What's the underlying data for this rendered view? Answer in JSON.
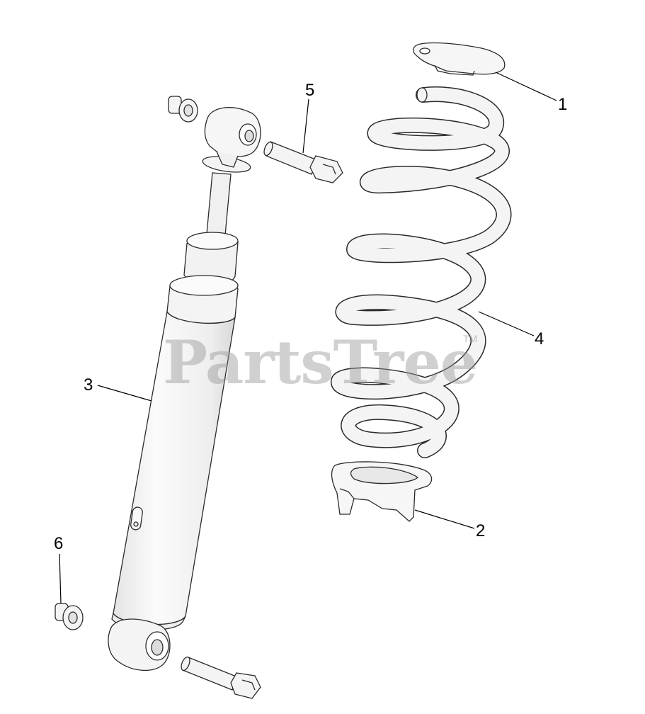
{
  "watermark": {
    "text": "PartsTree",
    "tm": "TM"
  },
  "callouts": {
    "c1": "1",
    "c2": "2",
    "c3": "3",
    "c4": "4",
    "c5": "5",
    "c6": "6"
  },
  "colors": {
    "part_fill": "#f6f6f6",
    "outline": "#2a2a2a",
    "leader": "#000000",
    "watermark": "#969696"
  }
}
